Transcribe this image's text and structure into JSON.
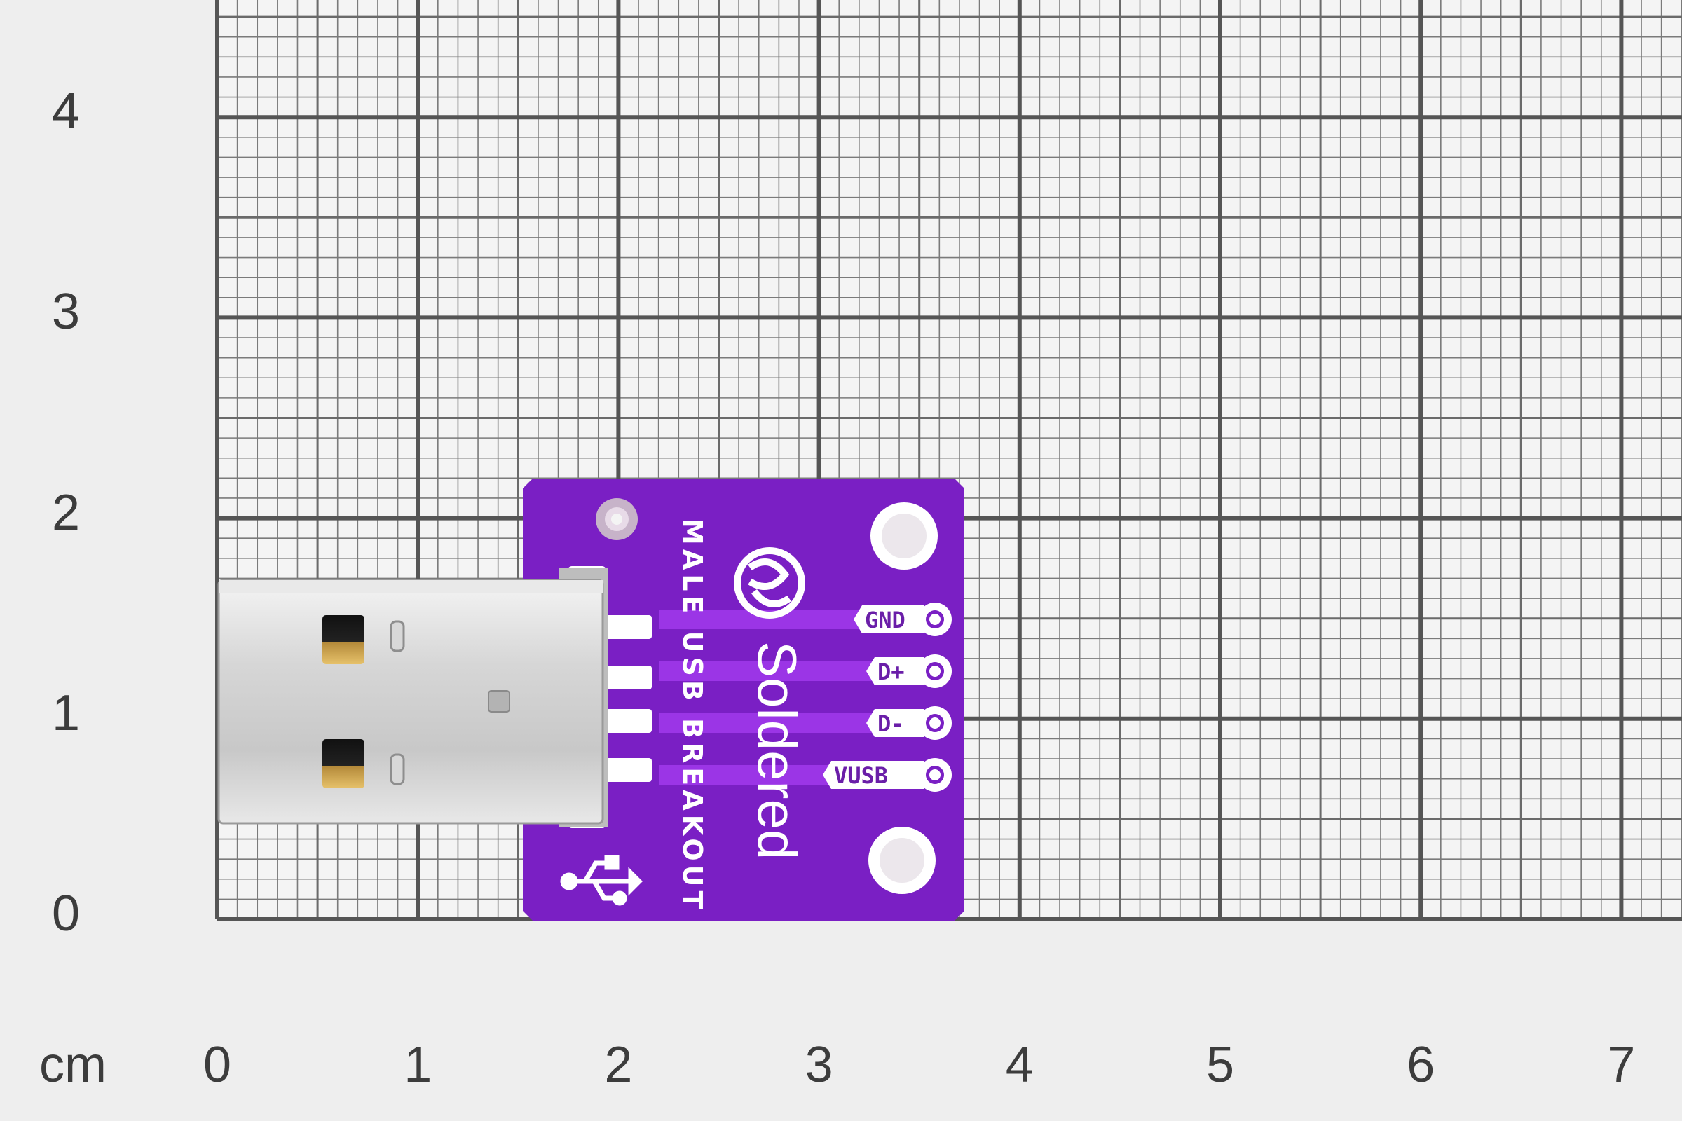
{
  "ruler": {
    "unit": "cm",
    "x_ticks": [
      "0",
      "1",
      "2",
      "3",
      "4",
      "5",
      "6",
      "7"
    ],
    "y_ticks": [
      "0",
      "1",
      "2",
      "3",
      "4"
    ]
  },
  "board": {
    "brand": "Soldered",
    "title": "MALE USB BREAKOUT",
    "pins": [
      "GND",
      "D+",
      "D-",
      "VUSB"
    ],
    "color": "#7a1fc4"
  }
}
